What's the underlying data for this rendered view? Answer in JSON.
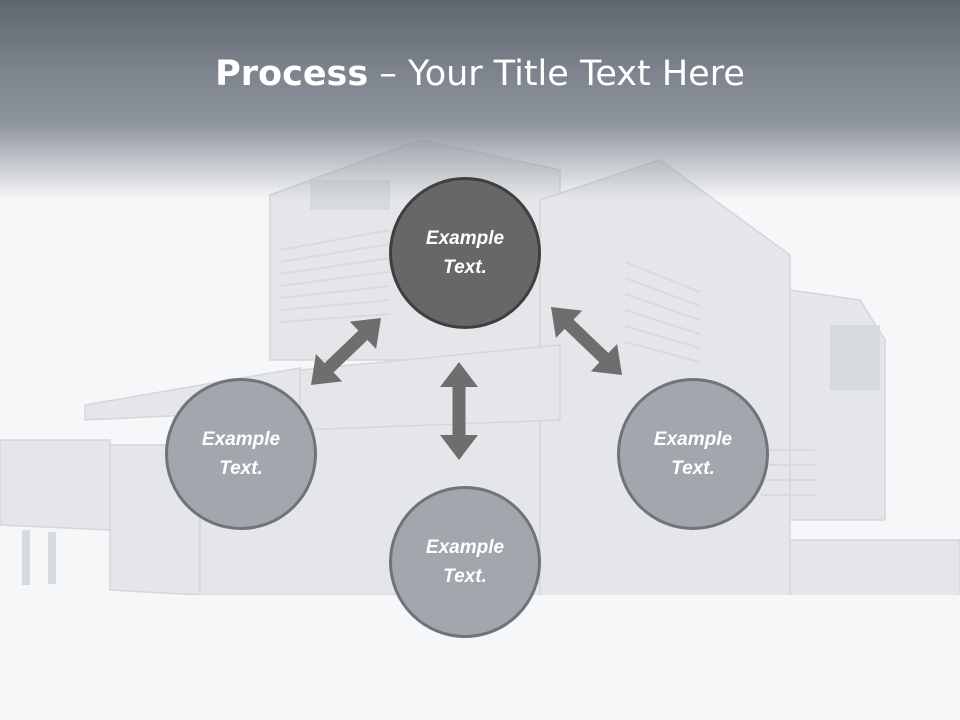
{
  "slide": {
    "title_bold": "Process",
    "title_rest": " – Your Title Text Here"
  },
  "diagram": {
    "nodes": [
      {
        "id": "top",
        "line1": "Example",
        "line2": "Text.",
        "fill": "#676767"
      },
      {
        "id": "left",
        "line1": "Example",
        "line2": "Text.",
        "fill": "#a2a7ae"
      },
      {
        "id": "right",
        "line1": "Example",
        "line2": "Text.",
        "fill": "#a2a7ae"
      },
      {
        "id": "bottom",
        "line1": "Example",
        "line2": "Text.",
        "fill": "#a2a7ae"
      }
    ],
    "arrow_color": "#6e6e6e",
    "connections": [
      {
        "from": "top",
        "to": "left",
        "bidirectional": true
      },
      {
        "from": "top",
        "to": "right",
        "bidirectional": true
      },
      {
        "from": "top",
        "to": "bottom",
        "bidirectional": true
      }
    ]
  },
  "colors": {
    "header_dark": "#5f6670",
    "background": "#f6f7f9"
  }
}
